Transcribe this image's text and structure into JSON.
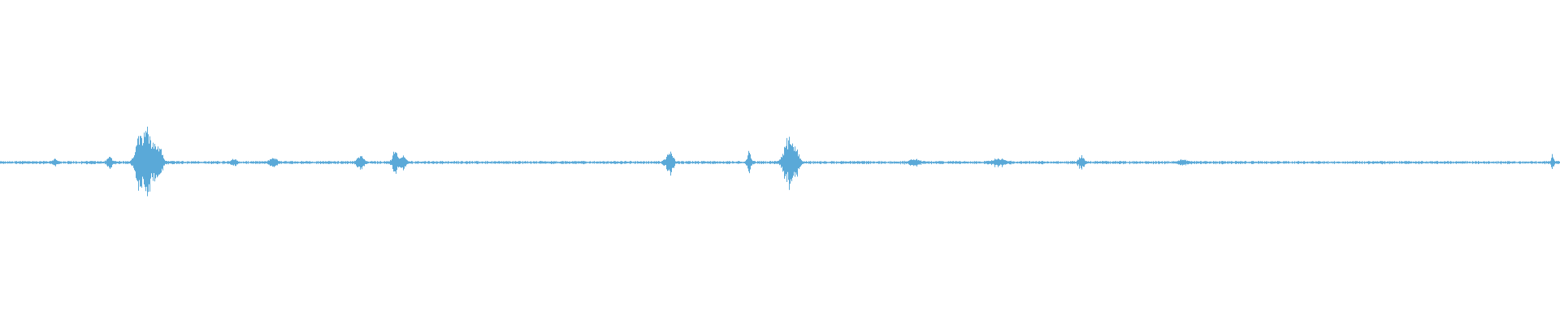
{
  "waveform": {
    "color": "#5aa9d8",
    "baseline_amplitude": 0.004,
    "bursts": [
      {
        "t": 0.035,
        "amp": 0.01,
        "width": 0.0015
      },
      {
        "t": 0.07,
        "amp": 0.018,
        "width": 0.002
      },
      {
        "t": 0.089,
        "amp": 0.085,
        "width": 0.003
      },
      {
        "t": 0.094,
        "amp": 0.095,
        "width": 0.0025
      },
      {
        "t": 0.099,
        "amp": 0.06,
        "width": 0.003
      },
      {
        "t": 0.103,
        "amp": 0.03,
        "width": 0.002
      },
      {
        "t": 0.15,
        "amp": 0.008,
        "width": 0.002
      },
      {
        "t": 0.175,
        "amp": 0.01,
        "width": 0.003
      },
      {
        "t": 0.231,
        "amp": 0.02,
        "width": 0.0025
      },
      {
        "t": 0.253,
        "amp": 0.035,
        "width": 0.002
      },
      {
        "t": 0.258,
        "amp": 0.02,
        "width": 0.002
      },
      {
        "t": 0.429,
        "amp": 0.035,
        "width": 0.0025
      },
      {
        "t": 0.48,
        "amp": 0.03,
        "width": 0.0015
      },
      {
        "t": 0.505,
        "amp": 0.07,
        "width": 0.0035
      },
      {
        "t": 0.51,
        "amp": 0.04,
        "width": 0.0025
      },
      {
        "t": 0.586,
        "amp": 0.008,
        "width": 0.004
      },
      {
        "t": 0.64,
        "amp": 0.01,
        "width": 0.005
      },
      {
        "t": 0.693,
        "amp": 0.02,
        "width": 0.002
      },
      {
        "t": 0.758,
        "amp": 0.007,
        "width": 0.003
      },
      {
        "t": 0.995,
        "amp": 0.025,
        "width": 0.001
      }
    ]
  }
}
